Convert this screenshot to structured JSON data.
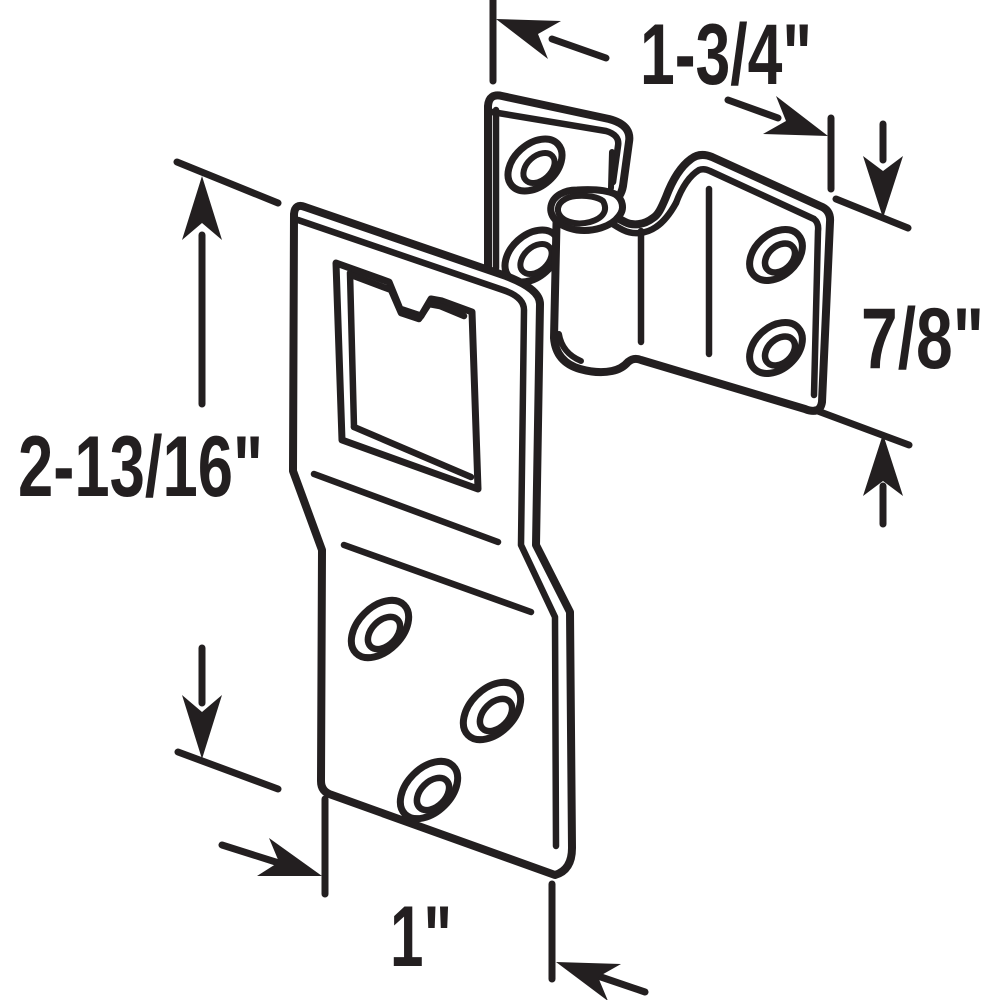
{
  "diagram": {
    "type": "technical-dimension-drawing",
    "background": "#ffffff",
    "line_color": "#231f20",
    "labels": {
      "top_width": "1-3/4\"",
      "right_height": "7/8\"",
      "left_height": "2-13/16\"",
      "bottom_width": "1\""
    }
  }
}
